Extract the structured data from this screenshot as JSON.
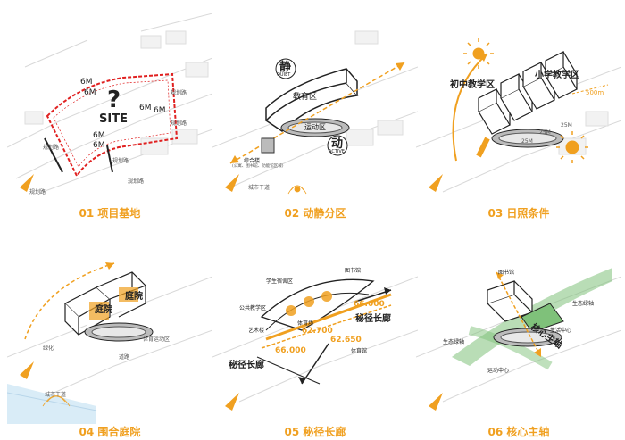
{
  "panels": [
    {
      "caption": "01 项目基地",
      "labels": {
        "q": "?",
        "site": "SITE",
        "d1": "6M",
        "d2": "6M",
        "d3": "6M",
        "d4": "6M",
        "d5": "6M",
        "d6": "6M",
        "r1": "规划路",
        "r2": "规划路",
        "r3": "规划路",
        "r4": "规划路",
        "r5": "规划路",
        "r6": "规划路"
      }
    },
    {
      "caption": "02 动静分区",
      "labels": {
        "jing": "静",
        "quiet": "QUIET",
        "dong": "动",
        "active": "ACTIVE",
        "edu": "教育区",
        "sport": "运动区",
        "comp": "综合楼",
        "comp_sub": "(公寓、图书馆、功能馆区域)",
        "noise": "城市干道"
      }
    },
    {
      "caption": "03 日照条件",
      "labels": {
        "middle": "初中教学区",
        "primary": "小学教学区",
        "d500": "500m",
        "d25a": "25M",
        "d25b": "25M",
        "d25c": "25M"
      }
    },
    {
      "caption": "04 围合庭院",
      "labels": {
        "court1": "庭院",
        "court2": "庭院",
        "sport": "体育运动区",
        "road": "城市干道",
        "small1": "道路",
        "small2": "绿化"
      }
    },
    {
      "caption": "05 秘径长廊",
      "labels": {
        "dorm": "学生宿舍区",
        "lib": "图书馆",
        "public": "公共教学区",
        "art": "艺术楼",
        "e1": "66.000",
        "e2": "62.700",
        "e3": "66.000",
        "e4": "62.650",
        "corr1": "秘径长廊",
        "corr2": "秘径长廊",
        "gym": "体育馆",
        "sport": "体育场"
      }
    },
    {
      "caption": "06 核心主轴",
      "labels": {
        "pic": "图书馆",
        "axis": "核心主轴",
        "life": "生活中心",
        "eco1": "生态绿轴",
        "eco2": "生态绿轴",
        "sport": "运动中心"
      }
    }
  ],
  "colors": {
    "accent": "#f0a020",
    "site_dash": "#e02020",
    "line": "#222222",
    "green": "#7fc17a"
  }
}
